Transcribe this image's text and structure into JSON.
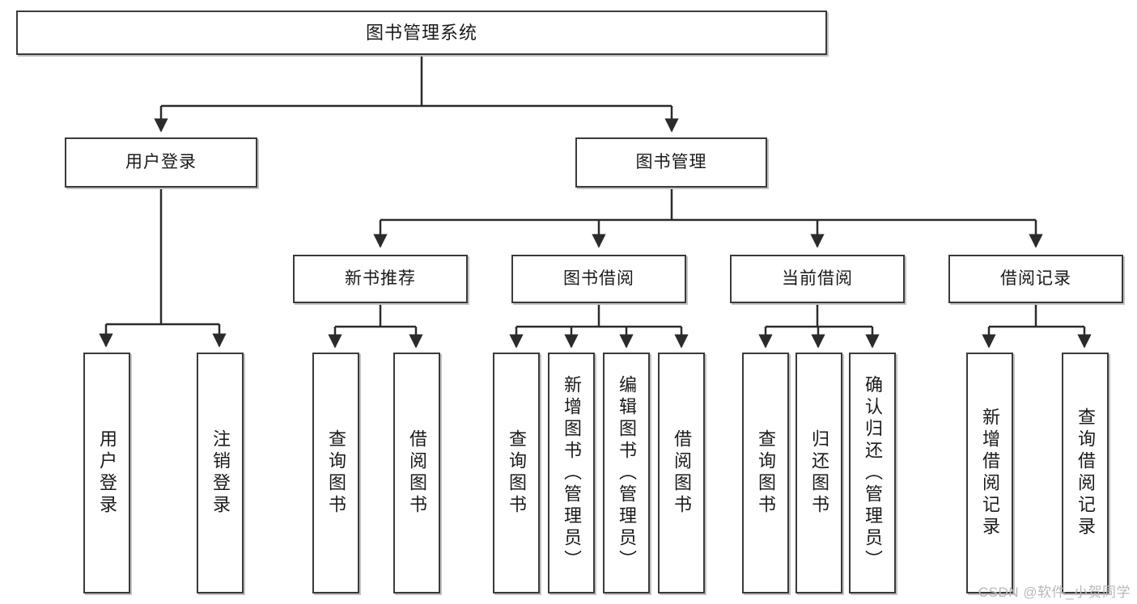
{
  "diagram": {
    "title": "图书管理系统",
    "type": "tree-hierarchy-diagram",
    "colors": {
      "box_border": "#3a3a3a",
      "box_fill": "#ffffff",
      "edge": "#2b2b2b",
      "text": "#1a1a1a",
      "watermark": "#b9b9b9"
    },
    "nodes": {
      "root": {
        "label": "图书管理系统"
      },
      "level2": [
        {
          "id": "user-login",
          "label": "用户登录"
        },
        {
          "id": "book-management",
          "label": "图书管理"
        }
      ],
      "level3": [
        {
          "id": "new-book-recommend",
          "label": "新书推荐"
        },
        {
          "id": "book-borrow",
          "label": "图书借阅"
        },
        {
          "id": "current-borrow",
          "label": "当前借阅"
        },
        {
          "id": "borrow-record",
          "label": "借阅记录"
        }
      ],
      "leaves": {
        "user-login": [
          {
            "id": "leaf-user-login",
            "label": "用户登录"
          },
          {
            "id": "leaf-logout-login",
            "label": "注销登录"
          }
        ],
        "new-book-recommend": [
          {
            "id": "leaf-query-book-1",
            "label": "查询图书"
          },
          {
            "id": "leaf-borrow-book-1",
            "label": "借阅图书"
          }
        ],
        "book-borrow": [
          {
            "id": "leaf-query-book-2",
            "label": "查询图书"
          },
          {
            "id": "leaf-add-book",
            "label": "新增图书（管理员）"
          },
          {
            "id": "leaf-edit-book",
            "label": "编辑图书（管理员）"
          },
          {
            "id": "leaf-borrow-book-2",
            "label": "借阅图书"
          }
        ],
        "current-borrow": [
          {
            "id": "leaf-query-book-3",
            "label": "查询图书"
          },
          {
            "id": "leaf-return-book",
            "label": "归还图书"
          },
          {
            "id": "leaf-confirm-return",
            "label": "确认归还（管理员）"
          }
        ],
        "borrow-record": [
          {
            "id": "leaf-add-borrow-record",
            "label": "新增借阅记录"
          },
          {
            "id": "leaf-query-borrow-record",
            "label": "查询借阅记录"
          }
        ]
      }
    },
    "watermark": "CSDN @软件_小贺同学"
  }
}
